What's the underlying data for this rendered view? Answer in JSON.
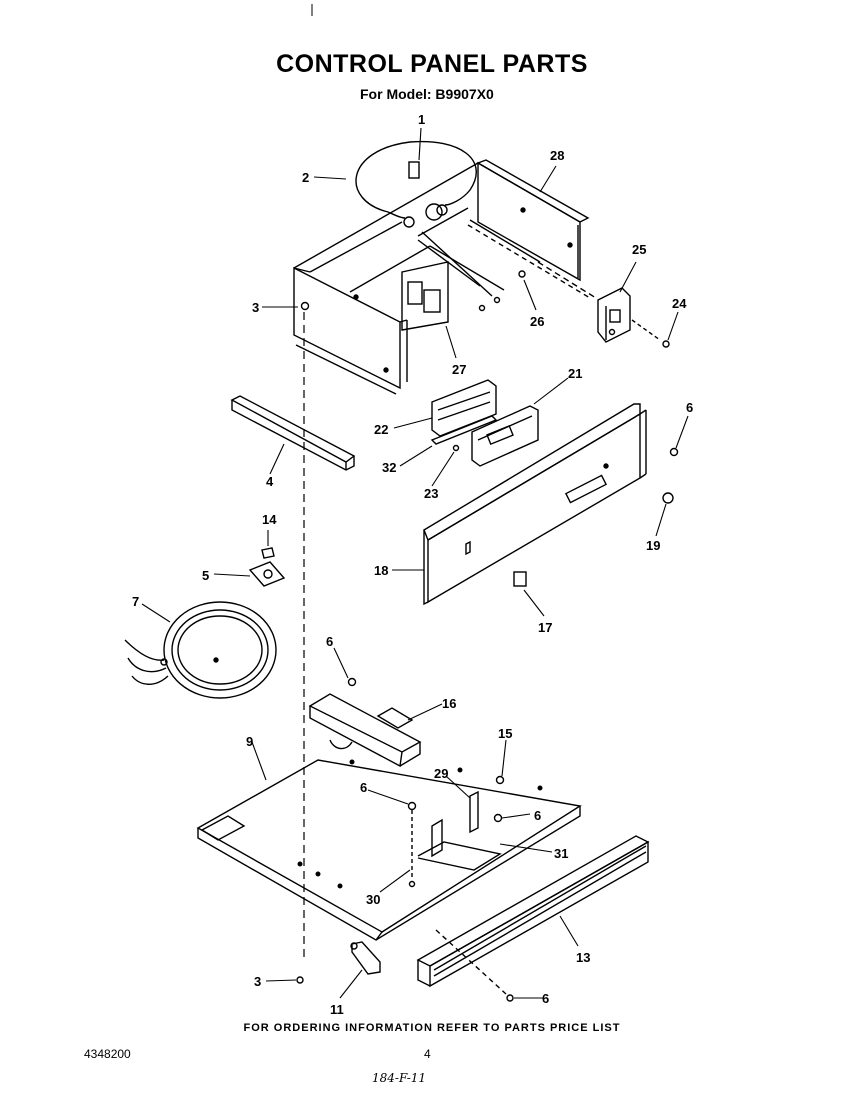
{
  "title": "CONTROL PANEL PARTS",
  "subtitle": "For Model: B9907X0",
  "footer": "FOR ORDERING INFORMATION REFER TO PARTS PRICE LIST",
  "doc_number": "4348200",
  "page_number": "4",
  "handwritten_note": "184-F-11",
  "callouts": [
    {
      "id": "c1",
      "label": "1"
    },
    {
      "id": "c2",
      "label": "2"
    },
    {
      "id": "c28",
      "label": "28"
    },
    {
      "id": "c25",
      "label": "25"
    },
    {
      "id": "c24",
      "label": "24"
    },
    {
      "id": "c3a",
      "label": "3"
    },
    {
      "id": "c26",
      "label": "26"
    },
    {
      "id": "c27",
      "label": "27"
    },
    {
      "id": "c21",
      "label": "21"
    },
    {
      "id": "c22",
      "label": "22"
    },
    {
      "id": "c32",
      "label": "32"
    },
    {
      "id": "c23",
      "label": "23"
    },
    {
      "id": "c6a",
      "label": "6"
    },
    {
      "id": "c4",
      "label": "4"
    },
    {
      "id": "c14",
      "label": "14"
    },
    {
      "id": "c5",
      "label": "5"
    },
    {
      "id": "c19",
      "label": "19"
    },
    {
      "id": "c18",
      "label": "18"
    },
    {
      "id": "c17",
      "label": "17"
    },
    {
      "id": "c7",
      "label": "7"
    },
    {
      "id": "c6b",
      "label": "6"
    },
    {
      "id": "c16",
      "label": "16"
    },
    {
      "id": "c9",
      "label": "9"
    },
    {
      "id": "c15",
      "label": "15"
    },
    {
      "id": "c29",
      "label": "29"
    },
    {
      "id": "c6c",
      "label": "6"
    },
    {
      "id": "c6d",
      "label": "6"
    },
    {
      "id": "c31",
      "label": "31"
    },
    {
      "id": "c30",
      "label": "30"
    },
    {
      "id": "c13",
      "label": "13"
    },
    {
      "id": "c3b",
      "label": "3"
    },
    {
      "id": "c6e",
      "label": "6"
    },
    {
      "id": "c11",
      "label": "11"
    }
  ]
}
